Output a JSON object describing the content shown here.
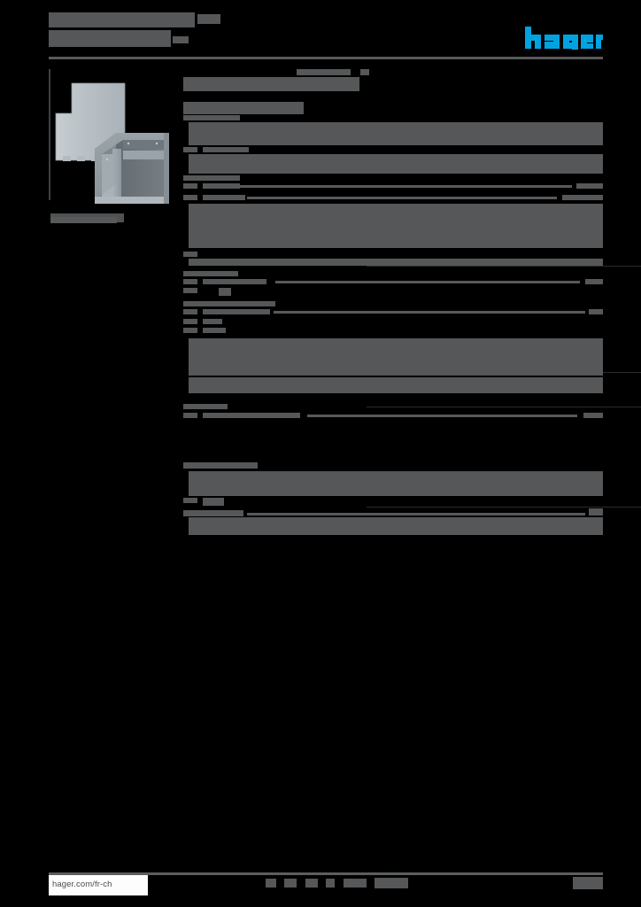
{
  "document": {
    "kind": "product-datasheet",
    "brand": "hager",
    "page_background": "#000000",
    "redaction_color": "#555758",
    "accent_color": "#00a3e0",
    "rule_color": "#58595b"
  },
  "header": {
    "title_line_1": "",
    "title_suffix": "",
    "title_line_2": "",
    "title_suffix_2": "",
    "logo_text": "hager",
    "logo_name": "hager-logo"
  },
  "left_column": {
    "product_image_alt": "grey metal wall-mount enclosure with removable front cover",
    "caption": ""
  },
  "main": {
    "heading": "",
    "subheading": "",
    "sections": [
      {
        "name": "section-1",
        "rows": [
          {
            "label": "",
            "value": "",
            "leader": true
          },
          {
            "label": "",
            "value": "",
            "leader": true
          }
        ]
      },
      {
        "name": "section-2",
        "rows": [
          {
            "label": "",
            "value": "",
            "leader": true
          },
          {
            "label": "",
            "value": "",
            "leader": true
          },
          {
            "label": "",
            "value": "",
            "leader": false
          },
          {
            "label": "",
            "value": "",
            "leader": false
          }
        ]
      },
      {
        "name": "section-3",
        "rows": [
          {
            "label": "",
            "value": "",
            "leader": true
          }
        ]
      },
      {
        "name": "section-4",
        "rows": [
          {
            "label": "",
            "value": "",
            "leader": true
          },
          {
            "label": "",
            "value": "",
            "leader": true
          },
          {
            "label": "",
            "value": "",
            "leader": false
          }
        ]
      },
      {
        "name": "section-5",
        "rows": [
          {
            "label": "",
            "value": "",
            "leader": true
          }
        ]
      },
      {
        "name": "section-6",
        "rows": [
          {
            "label": "",
            "value": "",
            "leader": false
          },
          {
            "label": "",
            "value": "",
            "leader": true
          }
        ]
      }
    ]
  },
  "footer": {
    "url": "hager.com/fr-ch",
    "center_text": "",
    "page_number": ""
  }
}
